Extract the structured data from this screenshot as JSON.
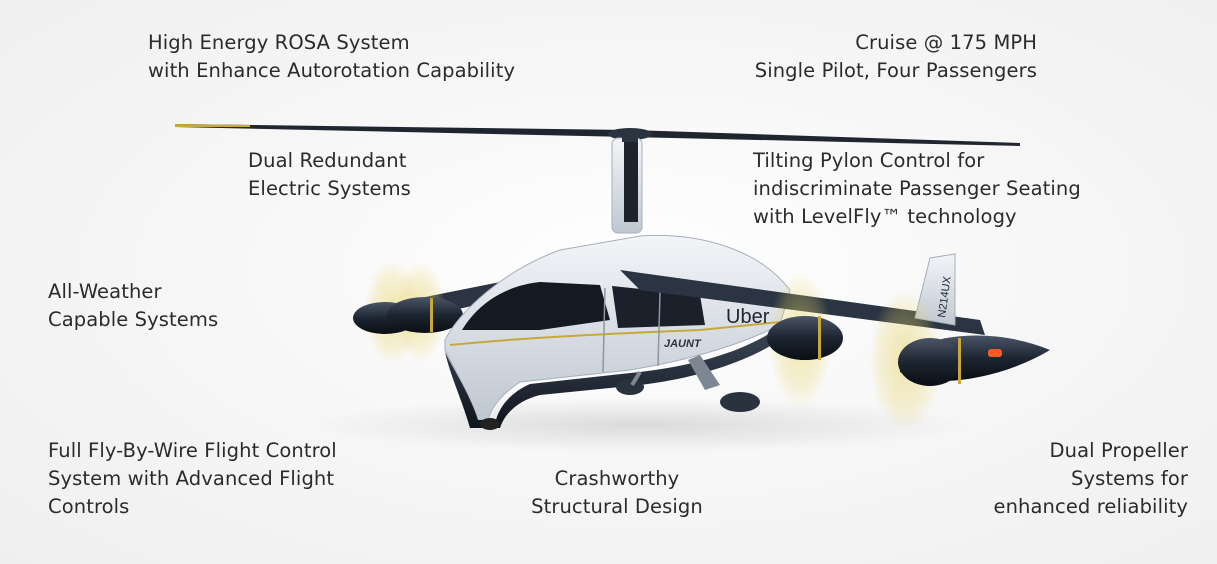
{
  "captions": {
    "rosa": [
      "High Energy ROSA System",
      "with Enhance Autorotation Capability"
    ],
    "cruise": [
      "Cruise @ 175 MPH",
      "Single Pilot, Four Passengers"
    ],
    "electric": [
      "Dual Redundant",
      "Electric Systems"
    ],
    "pylon": [
      "Tilting Pylon Control for",
      "indiscriminate Passenger Seating",
      "with LevelFly™ technology"
    ],
    "weather": [
      "All-Weather",
      "Capable Systems"
    ],
    "fbw": [
      "Full Fly-By-Wire Flight Control",
      "System with Advanced Flight",
      "Controls"
    ],
    "crash": [
      "Crashworthy",
      "Structural Design"
    ],
    "propeller": [
      "Dual Propeller",
      "Systems for",
      "enhanced reliability"
    ]
  },
  "aircraft": {
    "fuselage_logo": "Uber",
    "nameplate": "JAUNT",
    "tail_number": "N214UX",
    "colors": {
      "hull_dark": "#1b2330",
      "hull_light": "#e8ecf1",
      "accent_gold": "#c9a83a",
      "prop_blur": "#e8d46a",
      "nav_light": "#ff5a1f"
    }
  }
}
